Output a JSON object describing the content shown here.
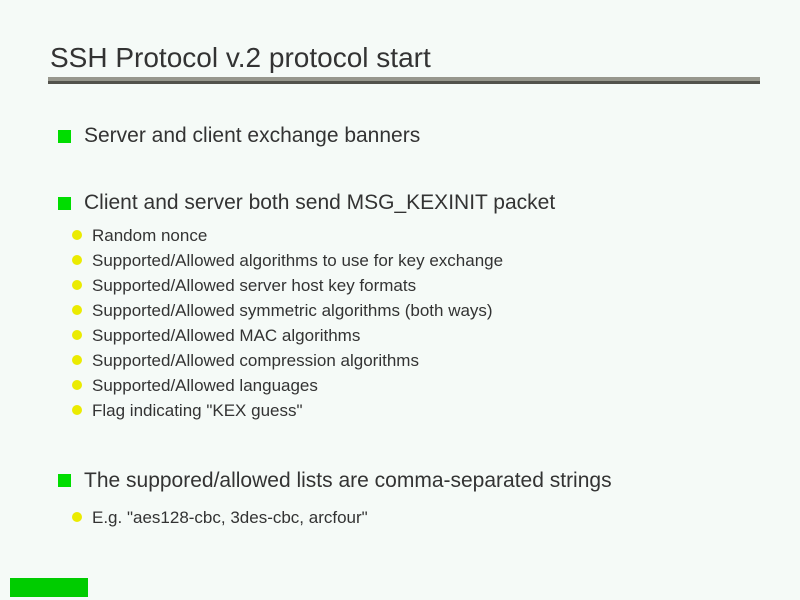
{
  "slide": {
    "title": "SSH Protocol v.2 protocol start",
    "bullets": [
      {
        "label": "Server and client exchange banners",
        "sub": []
      },
      {
        "label": "Client and server both send MSG_KEXINIT packet",
        "sub": [
          "Random nonce",
          "Supported/Allowed algorithms to use for key exchange",
          "Supported/Allowed server host key formats",
          "Supported/Allowed symmetric algorithms (both ways)",
          "Supported/Allowed MAC algorithms",
          "Supported/Allowed compression algorithms",
          "Supported/Allowed languages",
          "Flag indicating \"KEX guess\""
        ]
      },
      {
        "label": "The suppored/allowed lists are comma-separated strings",
        "sub": [
          "E.g. \"aes128-cbc, 3des-cbc, arcfour\""
        ]
      }
    ],
    "colors": {
      "background": "#f5faf7",
      "text": "#333333",
      "bullet_square_green": "#00dd00",
      "bullet_dot_yellow": "#ebeb00",
      "rule_top_gray": "#97978d",
      "rule_bottom_gray": "#52524c",
      "footer_bar_green": "#00cc00"
    }
  }
}
